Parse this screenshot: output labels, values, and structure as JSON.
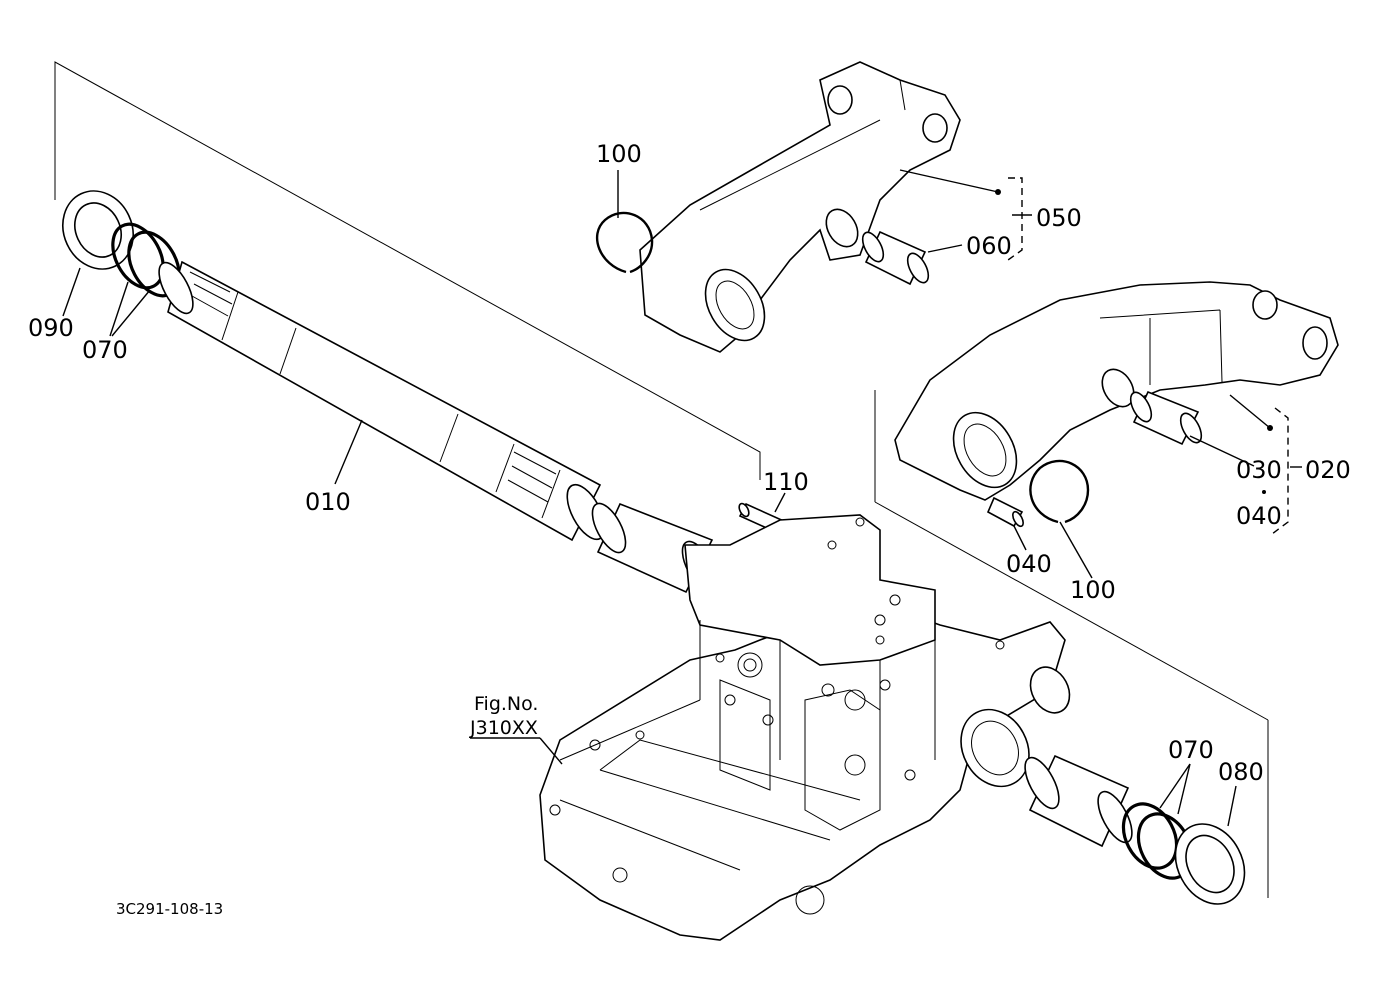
{
  "diagram": {
    "labels": {
      "p010": "010",
      "p020": "020",
      "p030": "030",
      "p040a": "040",
      "p040b": "040",
      "p050": "050",
      "p060": "060",
      "p070a": "070",
      "p070b": "070",
      "p080": "080",
      "p090": "090",
      "p100a": "100",
      "p100b": "100",
      "p110": "110"
    },
    "figure_ref": {
      "line1": "Fig.No.",
      "line2": "J310XX"
    },
    "drawing_code": "3C291-108-13"
  }
}
